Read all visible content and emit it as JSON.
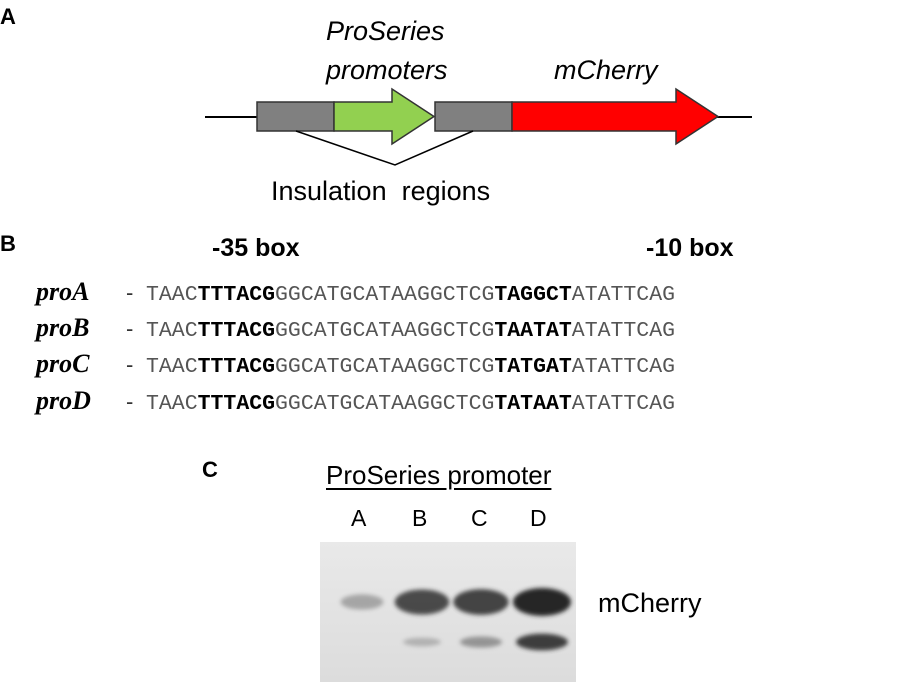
{
  "panel_labels": {
    "a": "A",
    "b": "B",
    "c": "C"
  },
  "construct": {
    "promoter_label_line1": "ProSeries",
    "promoter_label_line2": "promoters",
    "reporter_label": "mCherry",
    "insulation_label": "Insulation  regions",
    "colors": {
      "insulator": "#808080",
      "promoter": "#92d050",
      "reporter": "#ff0000",
      "line": "#000000"
    }
  },
  "sequence_panel": {
    "box35_label": "-35 box",
    "box10_label": "-10 box",
    "rows": [
      {
        "name": "proA",
        "dash": "-",
        "p1": "TAAC",
        "box35": "TTTACG",
        "p2": "GGCATGCATAAGGCTCG",
        "box10": "TAGGCT",
        "p3": "ATATTCAG"
      },
      {
        "name": "proB",
        "dash": "-",
        "p1": "TAAC",
        "box35": "TTTACG",
        "p2": "GGCATGCATAAGGCTCG",
        "box10": "TAATAT",
        "p3": "ATATTCAG"
      },
      {
        "name": "proC",
        "dash": "-",
        "p1": "TAAC",
        "box35": "TTTACG",
        "p2": "GGCATGCATAAGGCTCG",
        "box10": "TATGAT",
        "p3": "ATATTCAG"
      },
      {
        "name": "proD",
        "dash": "-",
        "p1": "TAAC",
        "box35": "TTTACG",
        "p2": "GGCATGCATAAGGCTCG",
        "box10": "TATAAT",
        "p3": "ATATTCAG"
      }
    ]
  },
  "blot": {
    "header": "ProSeries promoter",
    "lanes": [
      "A",
      "B",
      "C",
      "D"
    ],
    "band_label": "mCherry",
    "band_intensity_upper": [
      0.35,
      0.85,
      0.88,
      1.0
    ],
    "band_intensity_lower": [
      0.0,
      0.25,
      0.45,
      0.9
    ]
  }
}
